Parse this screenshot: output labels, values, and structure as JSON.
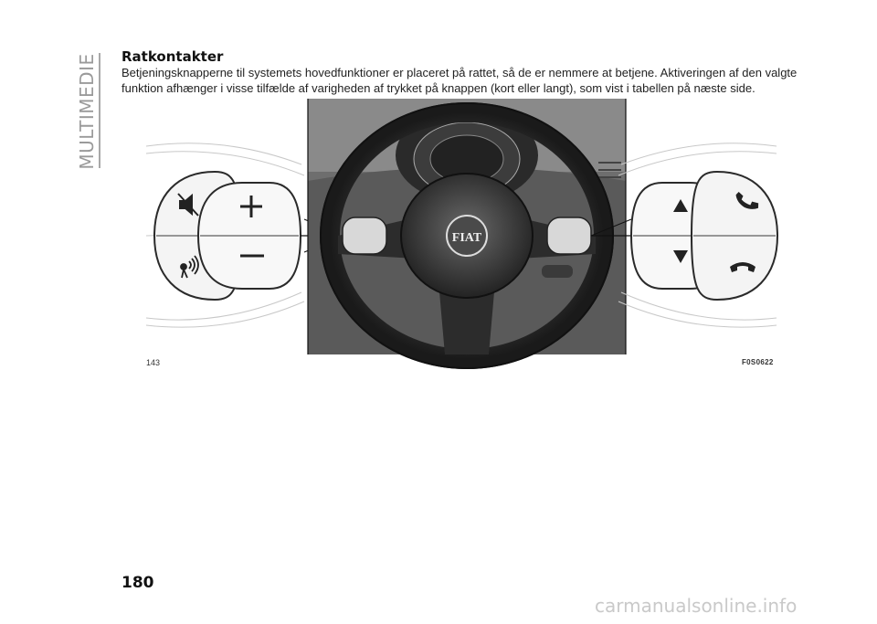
{
  "section_label": "MULTIMEDIE",
  "heading": "Ratkontakter",
  "body": "Betjeningsknapperne til systemets hovedfunktioner er placeret på rattet, så de er nemmere at betjene. Aktiveringen af den valgte funktion afhænger i visse tilfælde af varigheden af trykket på knappen (kort eller langt), som vist i tabellen på næste side.",
  "figure": {
    "number": "143",
    "code": "F0S0622",
    "logo_text": "FIAT",
    "icons": {
      "left_top": "mute-icon",
      "left_bottom": "voice-command-icon",
      "left_plus": "volume-up-icon",
      "left_minus": "volume-down-icon",
      "right_up": "arrow-up-icon",
      "right_down": "arrow-down-icon",
      "right_call": "phone-answer-icon",
      "right_hangup": "phone-hangup-icon"
    }
  },
  "page_number": "180",
  "watermark": "carmanualsonline.info"
}
